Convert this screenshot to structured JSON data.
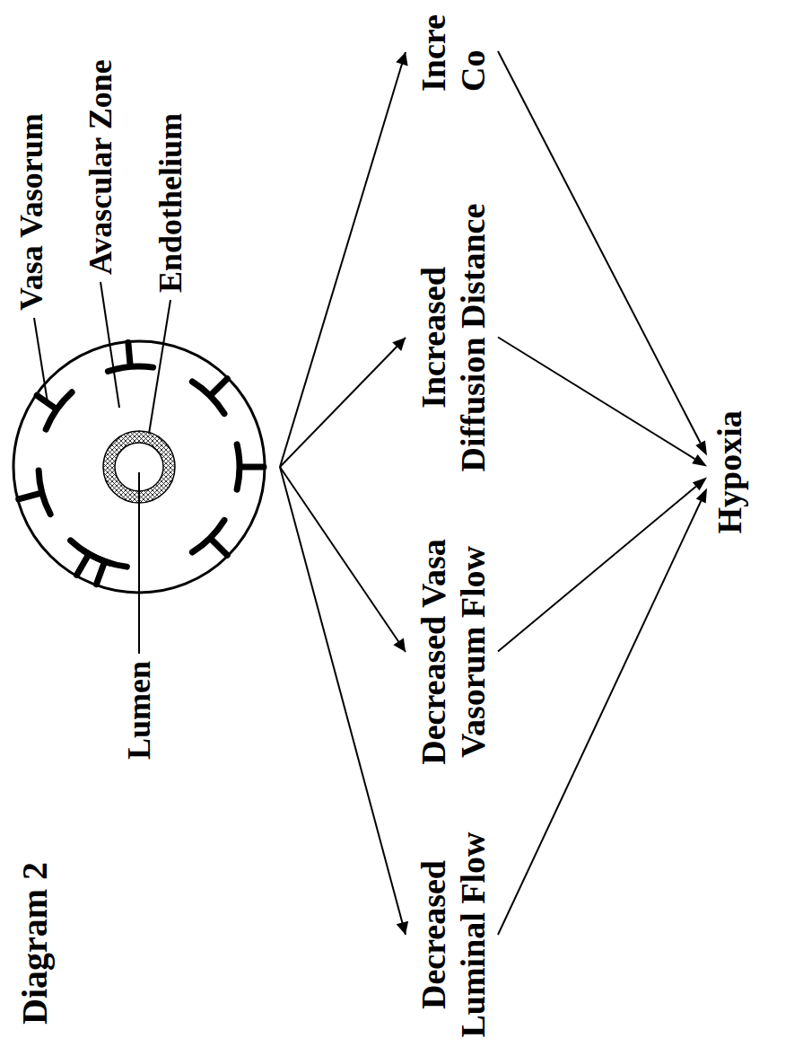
{
  "diagram": {
    "title": "Diagram 2",
    "nodes": [
      {
        "text": [
          "Decreased Luminal Flow"
        ]
      },
      {
        "text": [
          "Decreased Vasa Vasorum Flow"
        ]
      },
      {
        "text": [
          "Increased Diffusion Distance"
        ]
      },
      {
        "text": [
          "Incre Co"
        ]
      },
      {
        "text": [
          "Hypoxia"
        ]
      }
    ],
    "edges": [
      {
        "from": 0,
        "to": 4,
        "arrow": "to"
      },
      {
        "from": 1,
        "to": 4,
        "arrow": "to"
      },
      {
        "from": 2,
        "to": 4,
        "arrow": "to"
      },
      {
        "from": 3,
        "to": 4,
        "arrow": "to"
      }
    ],
    "labels": [
      "Lumen",
      "Vasa Vasorum",
      "Avascular Zone",
      "Endothelium"
    ]
  }
}
